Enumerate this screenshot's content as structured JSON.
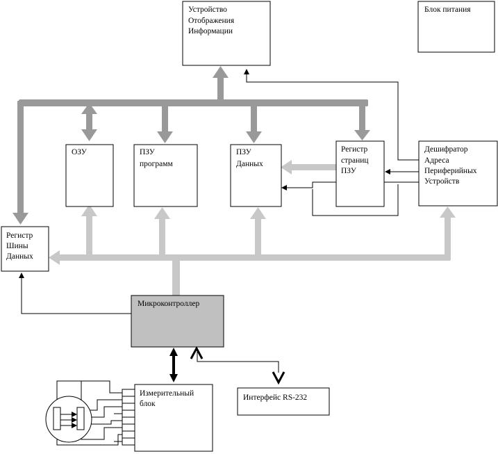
{
  "blocks": {
    "display": [
      "Устройство",
      "Отображения",
      "Информации"
    ],
    "power": [
      "Блок питания"
    ],
    "ram": [
      "ОЗУ"
    ],
    "rom_prog": [
      "ПЗУ",
      "программ"
    ],
    "rom_data": [
      "ПЗУ",
      "Данных"
    ],
    "page_reg": [
      "Регистр",
      "страниц",
      "ПЗУ"
    ],
    "decoder": [
      "Дешифратор",
      "Адреса",
      "Периферийных",
      "Устройств"
    ],
    "data_reg": [
      "Регистр",
      "Шины",
      "Данных"
    ],
    "mcu": [
      "Микроконтроллер"
    ],
    "measure": [
      "Измерительный",
      "блок"
    ],
    "rs232": [
      "Интерфейс RS-232"
    ]
  },
  "colors": {
    "data_bus": "#999999",
    "address_bus": "#c8c8c8",
    "mcu_fill": "#c0c0c0",
    "line": "#000000"
  }
}
